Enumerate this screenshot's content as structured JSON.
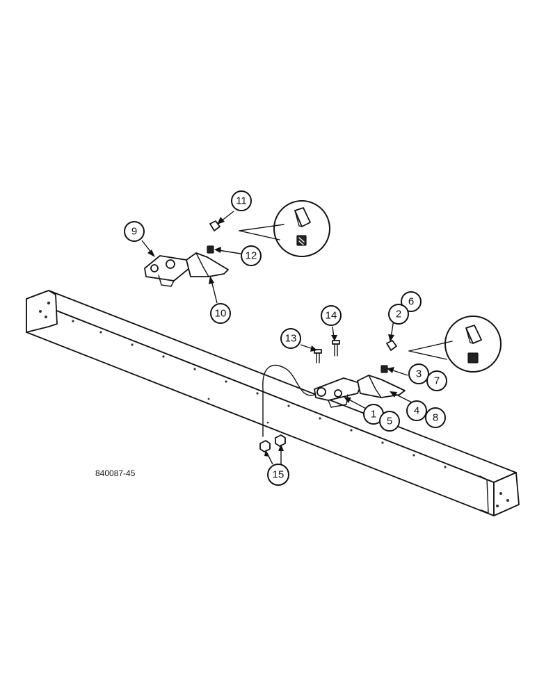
{
  "drawing_ref": "840087-45",
  "callouts": {
    "c1": "1",
    "c2": "2",
    "c3": "3",
    "c4": "4",
    "c5": "5",
    "c6": "6",
    "c7": "7",
    "c8": "8",
    "c9": "9",
    "c10": "10",
    "c11": "11",
    "c12": "12",
    "c13": "13",
    "c14": "14",
    "c15": "15"
  }
}
